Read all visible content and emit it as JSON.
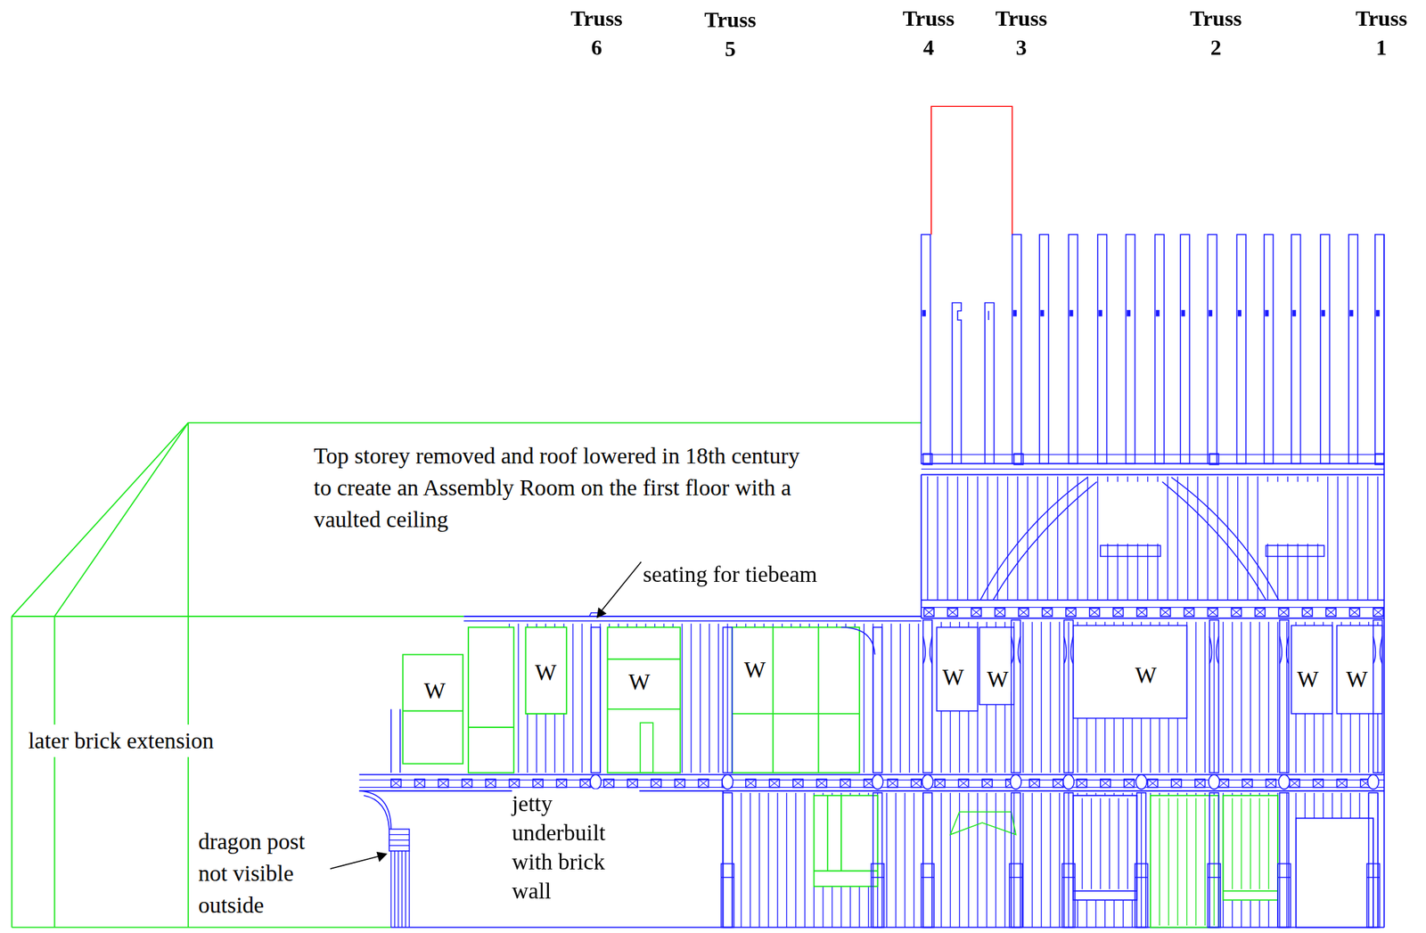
{
  "diagram": {
    "labels": [
      "Truss 6",
      "Truss 5",
      "Truss 4",
      "Truss 3",
      "Truss 2",
      "Truss 1",
      "Top storey removed and roof lowered in 18th century to create an Assembly Room on the first floor with a vaulted ceiling",
      "seating for tiebeam",
      "W",
      "W",
      "W",
      "W",
      "W",
      "W",
      "W",
      "W",
      "W",
      "later brick extension",
      "dragon post not visible outside",
      "jetty underbuilt with brick wall"
    ]
  }
}
